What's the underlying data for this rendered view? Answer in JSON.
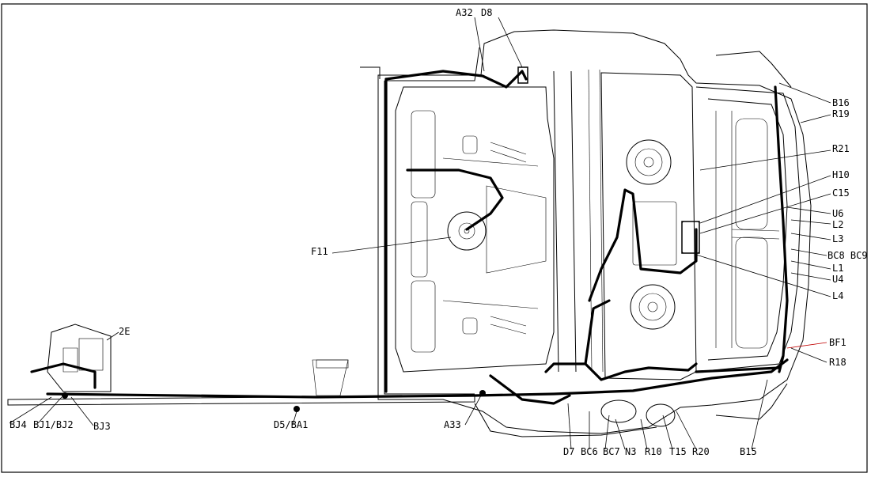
{
  "labels": {
    "a32": "A32",
    "d8": "D8",
    "b16": "B16",
    "r19": "R19",
    "r21": "R21",
    "h10": "H10",
    "c15": "C15",
    "u6": "U6",
    "l2": "L2",
    "l3": "L3",
    "bc8_bc9": "BC8 BC9",
    "l1": "L1",
    "u4": "U4",
    "l4": "L4",
    "bf1": "BF1",
    "r18": "R18",
    "b15": "B15",
    "f11": "F11",
    "e2": "2E",
    "bj4": "BJ4",
    "bj1_bj2": "BJ1/BJ2",
    "bj3": "BJ3",
    "d5_ba1": "D5/BA1",
    "a33": "A33",
    "d7": "D7",
    "bc6": "BC6",
    "bc7": "BC7",
    "n3": "N3",
    "r10": "R10",
    "t15": "T15",
    "r20": "R20"
  }
}
